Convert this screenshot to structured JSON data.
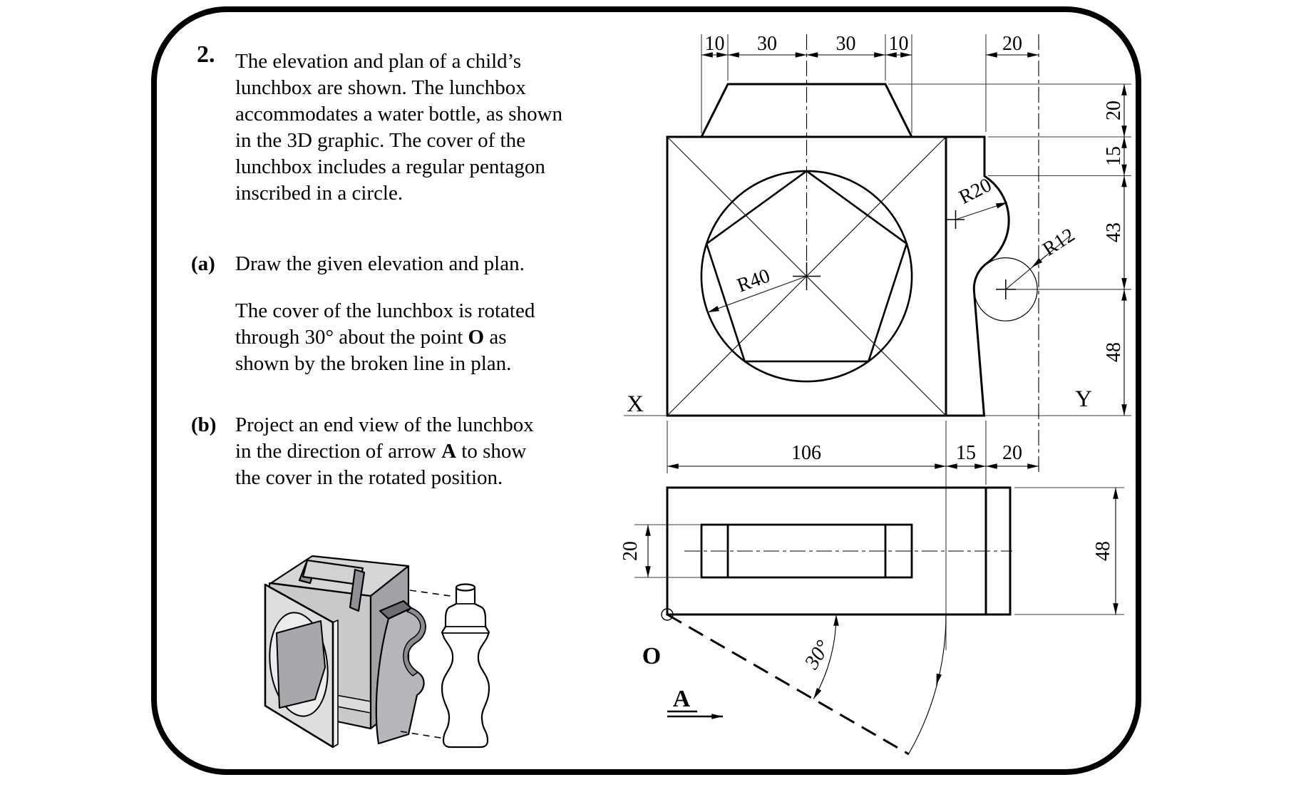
{
  "question": {
    "number": "2.",
    "intro": [
      "The elevation and plan of a child’s",
      "lunchbox are shown.  The lunchbox",
      "accommodates a water bottle, as shown",
      "in the 3D graphic.  The cover of the",
      "lunchbox includes a regular pentagon",
      "inscribed in a circle."
    ],
    "part_a": {
      "label": "(a)",
      "text": "Draw the given elevation and plan."
    },
    "note": {
      "l1": "The cover of the lunchbox is rotated",
      "l2a": "through 30° about the point ",
      "l2b": "O",
      "l2c": " as",
      "l3": "shown by the broken line in plan."
    },
    "part_b": {
      "label": "(b)",
      "l1": "Project an end view of the lunchbox",
      "l2a": "in the direction of arrow ",
      "l2b": "A",
      "l2c": " to show",
      "l3": "the cover in the rotated position."
    }
  },
  "drawing": {
    "top_dims": {
      "d1": "10",
      "d2": "30",
      "d3": "30",
      "d4": "10",
      "d5": "20"
    },
    "right_dims": {
      "d1": "20",
      "d2": "15",
      "d3": "43",
      "d4": "48"
    },
    "bottom_dims": {
      "d1": "106",
      "d2": "15",
      "d3": "20"
    },
    "plan_dims": {
      "handle": "20",
      "depth": "48"
    },
    "radii": {
      "r40": "R40",
      "r20": "R20",
      "r12": "R12"
    },
    "labels": {
      "x": "X",
      "y": "Y",
      "o": "O",
      "a": "A",
      "angle": "30°"
    },
    "colors": {
      "line": "#000000",
      "thin": "#3a3a3a",
      "frame": "#000000"
    }
  }
}
